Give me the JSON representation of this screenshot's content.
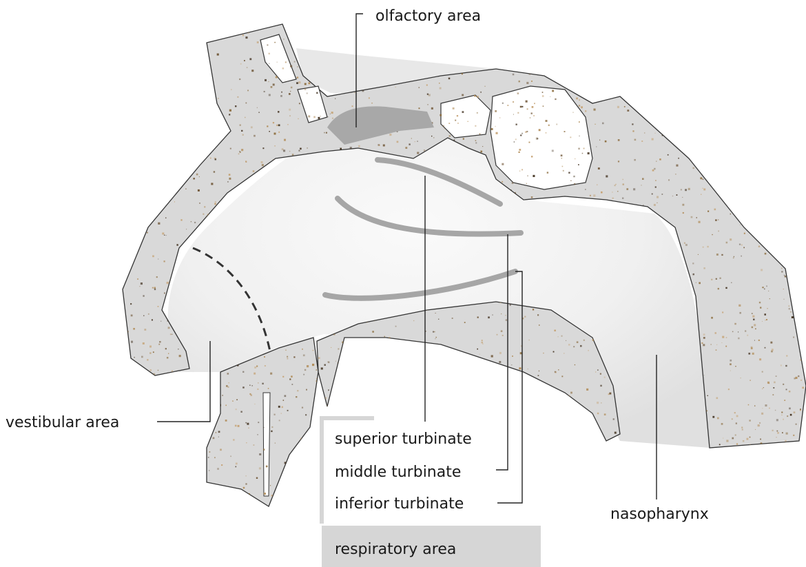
{
  "labels": {
    "olfactory": "olfactory area",
    "vestibular": "vestibular area",
    "superior": "superior turbinate",
    "middle": "middle turbinate",
    "inferior": "inferior turbinate",
    "respiratory": "respiratory area",
    "nasopharynx": "nasopharynx"
  },
  "colors": {
    "bone": "#d9d9d9",
    "cavity": "#e9e9e9",
    "olfactory_patch": "#a8a8a8",
    "turbinate": "#a6a6a6",
    "respiratory_box": "#d6d6d6",
    "speckle": [
      "#8a6a3a",
      "#b08a55",
      "#6e5434",
      "#c4a070",
      "#3d2c1a"
    ]
  }
}
